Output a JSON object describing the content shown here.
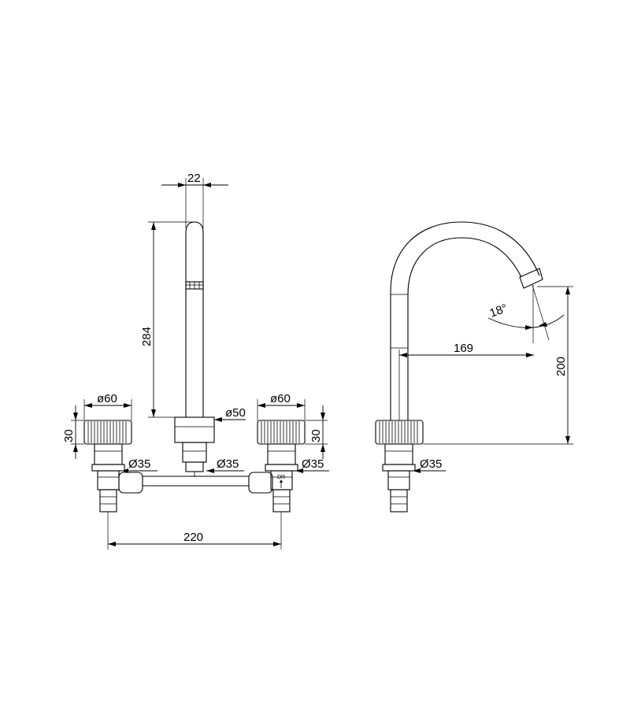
{
  "dimensions": {
    "spout_width": "22",
    "spout_height": "284",
    "left_handle_diameter": "ø60",
    "right_handle_diameter": "ø60",
    "left_handle_height": "30",
    "right_handle_height": "30",
    "spout_base_diameter": "ø50",
    "left_body_diameter": "Ø35",
    "center_body_diameter": "Ø35",
    "right_body_diameter": "Ø35",
    "side_body_diameter": "Ø35",
    "center_spacing": "220",
    "spout_reach": "169",
    "outlet_height": "200",
    "outlet_angle": "18°"
  },
  "labels": {
    "valve_marking": "DR"
  }
}
